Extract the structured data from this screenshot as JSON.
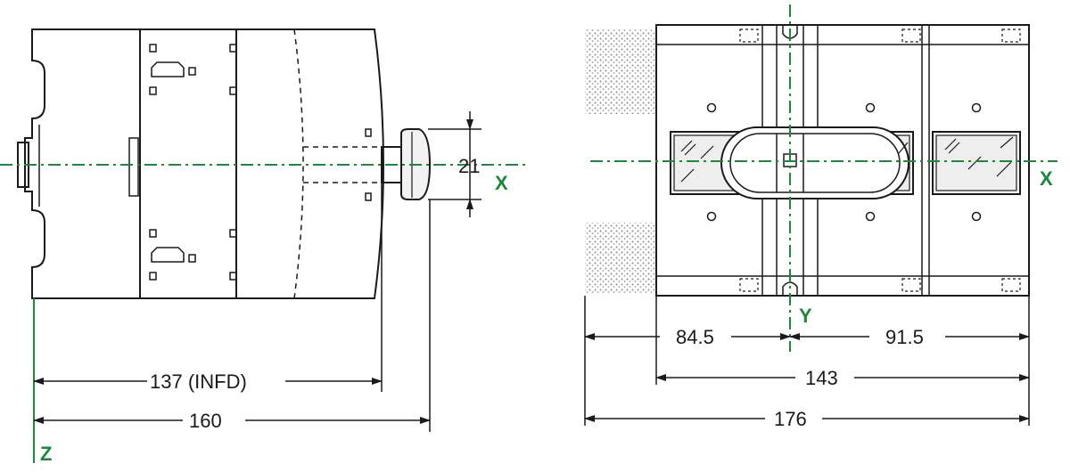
{
  "colors": {
    "line": "#1a1a1a",
    "axis": "#1a8a3a",
    "wall": "#9a9a9a",
    "window": "#e6e6e6"
  },
  "side_view": {
    "dim_21": "21",
    "axis_x": "X",
    "axis_z": "Z",
    "dim_137": "137 (INFD)",
    "dim_160": "160"
  },
  "top_view": {
    "axis_x": "X",
    "axis_y": "Y",
    "dim_84_5": "84.5",
    "dim_91_5": "91.5",
    "dim_143": "143",
    "dim_176": "176"
  }
}
